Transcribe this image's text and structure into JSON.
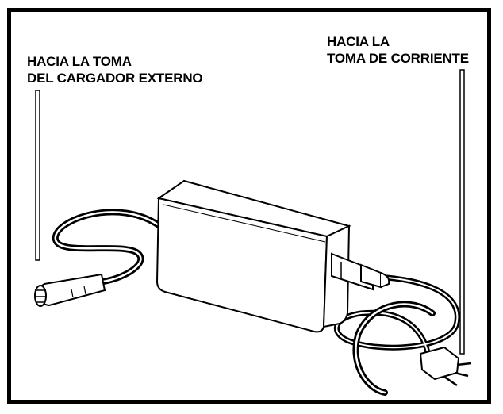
{
  "labels": {
    "external_charger_socket": {
      "line1": "HACIA LA TOMA",
      "line2": "DEL CARGADOR EXTERNO"
    },
    "power_outlet": {
      "line1": "HACIA LA",
      "line2": "TOMA DE CORRIENTE"
    }
  }
}
